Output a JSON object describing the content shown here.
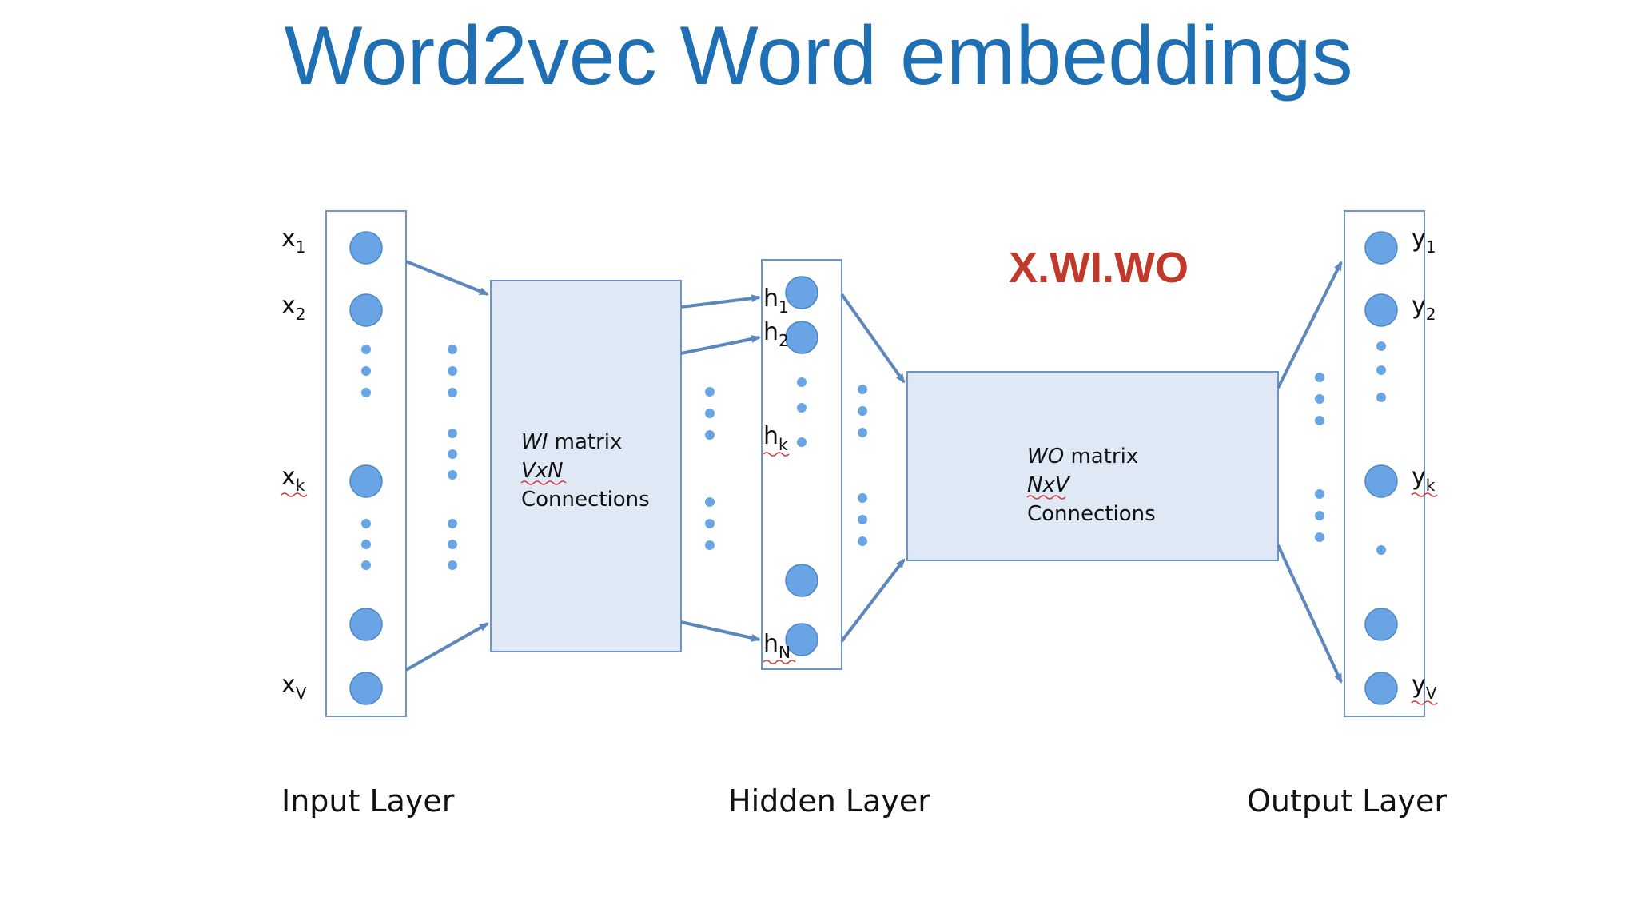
{
  "title": "Word2vec Word embeddings",
  "formula": "X.WI.WO",
  "colors": {
    "title": "#1f6fb4",
    "formula": "#c0392b",
    "box_fill": "#dfe9f5",
    "box_stroke": "#6f93c2",
    "node_fill": "#69a5e4",
    "arrow": "#5b87bd"
  },
  "input_layer": {
    "label": "Input Layer",
    "units": [
      {
        "sym": "x",
        "sub": "1"
      },
      {
        "sym": "x",
        "sub": "2"
      },
      {
        "sym": "x",
        "sub": "k"
      },
      {
        "sym": "x",
        "sub": "V"
      }
    ]
  },
  "hidden_layer": {
    "label": "Hidden Layer",
    "units": [
      {
        "sym": "h",
        "sub": "1"
      },
      {
        "sym": "h",
        "sub": "2"
      },
      {
        "sym": "h",
        "sub": "k"
      },
      {
        "sym": "h",
        "sub": "N"
      }
    ]
  },
  "output_layer": {
    "label": "Output Layer",
    "units": [
      {
        "sym": "y",
        "sub": "1"
      },
      {
        "sym": "y",
        "sub": "2"
      },
      {
        "sym": "y",
        "sub": "k"
      },
      {
        "sym": "y",
        "sub": "V"
      }
    ]
  },
  "wi_matrix": {
    "name": "WI",
    "rest": " matrix",
    "dims": "VxN",
    "conn": "Connections"
  },
  "wo_matrix": {
    "name": "WO",
    "rest": " matrix",
    "dims": "NxV",
    "conn": "Connections"
  }
}
